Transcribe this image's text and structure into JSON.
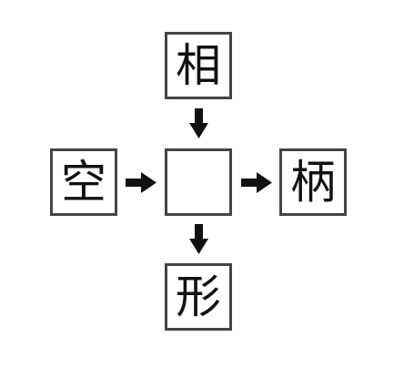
{
  "puzzle": {
    "top_char": "相",
    "left_char": "空",
    "right_char": "柄",
    "bottom_char": "形",
    "center_char": ""
  },
  "colors": {
    "border": "#444444",
    "arrow": "#111111",
    "text": "#111111"
  }
}
